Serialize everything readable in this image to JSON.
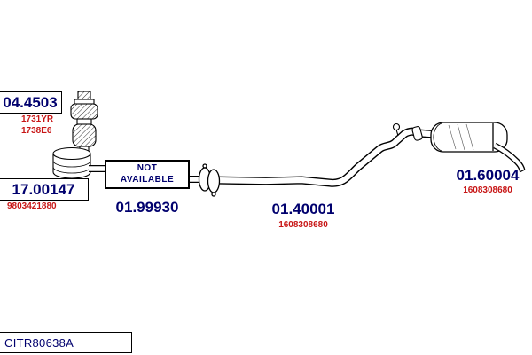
{
  "colors": {
    "part_number": "#00006e",
    "reference": "#c81616",
    "line": "#000000"
  },
  "parts": {
    "catalyst": {
      "number": "04.4503",
      "refs": [
        "1731YR",
        "1738E6"
      ]
    },
    "pre_catalyst": {
      "number": "17.00147",
      "refs": [
        "9803421880"
      ]
    },
    "front_pipe": {
      "number": "01.99930",
      "refs": []
    },
    "center_pipe": {
      "number": "01.40001",
      "refs": [
        "1608308680"
      ]
    },
    "rear_silencer": {
      "number": "01.60004",
      "refs": [
        "1608308680"
      ]
    }
  },
  "not_available": {
    "line1": "NOT",
    "line2": "AVAILABLE"
  },
  "footer": {
    "code": "CITR80638A"
  }
}
